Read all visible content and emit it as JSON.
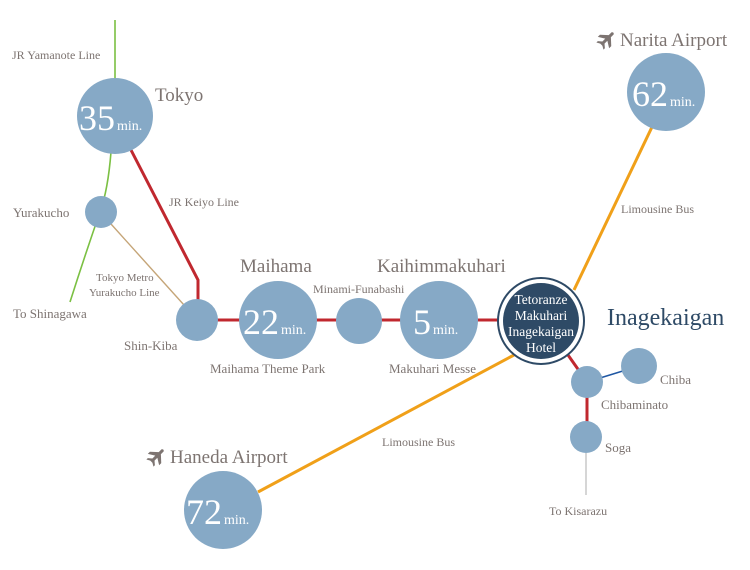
{
  "colors": {
    "station": "#86a9c6",
    "hotel": "#2e4a66",
    "keiyo_line": "#c0282f",
    "yamanote_line": "#7bc043",
    "yurakucho_line": "#c5a578",
    "limousine_bus": "#f0a019",
    "sotobo_line": "#1f57a3",
    "uchibo_line": "#cccccc",
    "label": "#7d7471"
  },
  "lines": {
    "yamanote": "JR Yamanote Line",
    "keiyo": "JR Keiyo Line",
    "yurakucho_1": "Tokyo Metro",
    "yurakucho_2": "Yurakucho Line",
    "bus_narita": "Limousine Bus",
    "bus_haneda": "Limousine Bus"
  },
  "unit": "min.",
  "stations": {
    "tokyo": {
      "name": "Tokyo",
      "minutes": "35"
    },
    "yurakucho": {
      "name": "Yurakucho"
    },
    "to_shinagawa": {
      "name": "To Shinagawa"
    },
    "shin_kiba": {
      "name": "Shin-Kiba"
    },
    "maihama": {
      "name": "Maihama",
      "minutes": "22",
      "sub": "Maihama Theme Park"
    },
    "minami_funabashi": {
      "name": "Minami-Funabashi"
    },
    "kaihimmakuhari": {
      "name": "Kaihimmakuhari",
      "minutes": "5",
      "sub": "Makuhari Messe"
    },
    "inagekaigan": {
      "name": "Inagekaigan"
    },
    "chiba": {
      "name": "Chiba"
    },
    "chibaminato": {
      "name": "Chibaminato"
    },
    "soga": {
      "name": "Soga"
    },
    "to_kisarazu": {
      "name": "To Kisarazu"
    }
  },
  "hotel": {
    "lines": [
      "Tetoranze",
      "Makuhari",
      "Inagekaigan",
      "Hotel"
    ]
  },
  "airports": {
    "narita": {
      "name": "Narita Airport",
      "minutes": "62",
      "icon": "airplane-icon"
    },
    "haneda": {
      "name": "Haneda Airport",
      "minutes": "72",
      "icon": "airplane-icon"
    }
  }
}
